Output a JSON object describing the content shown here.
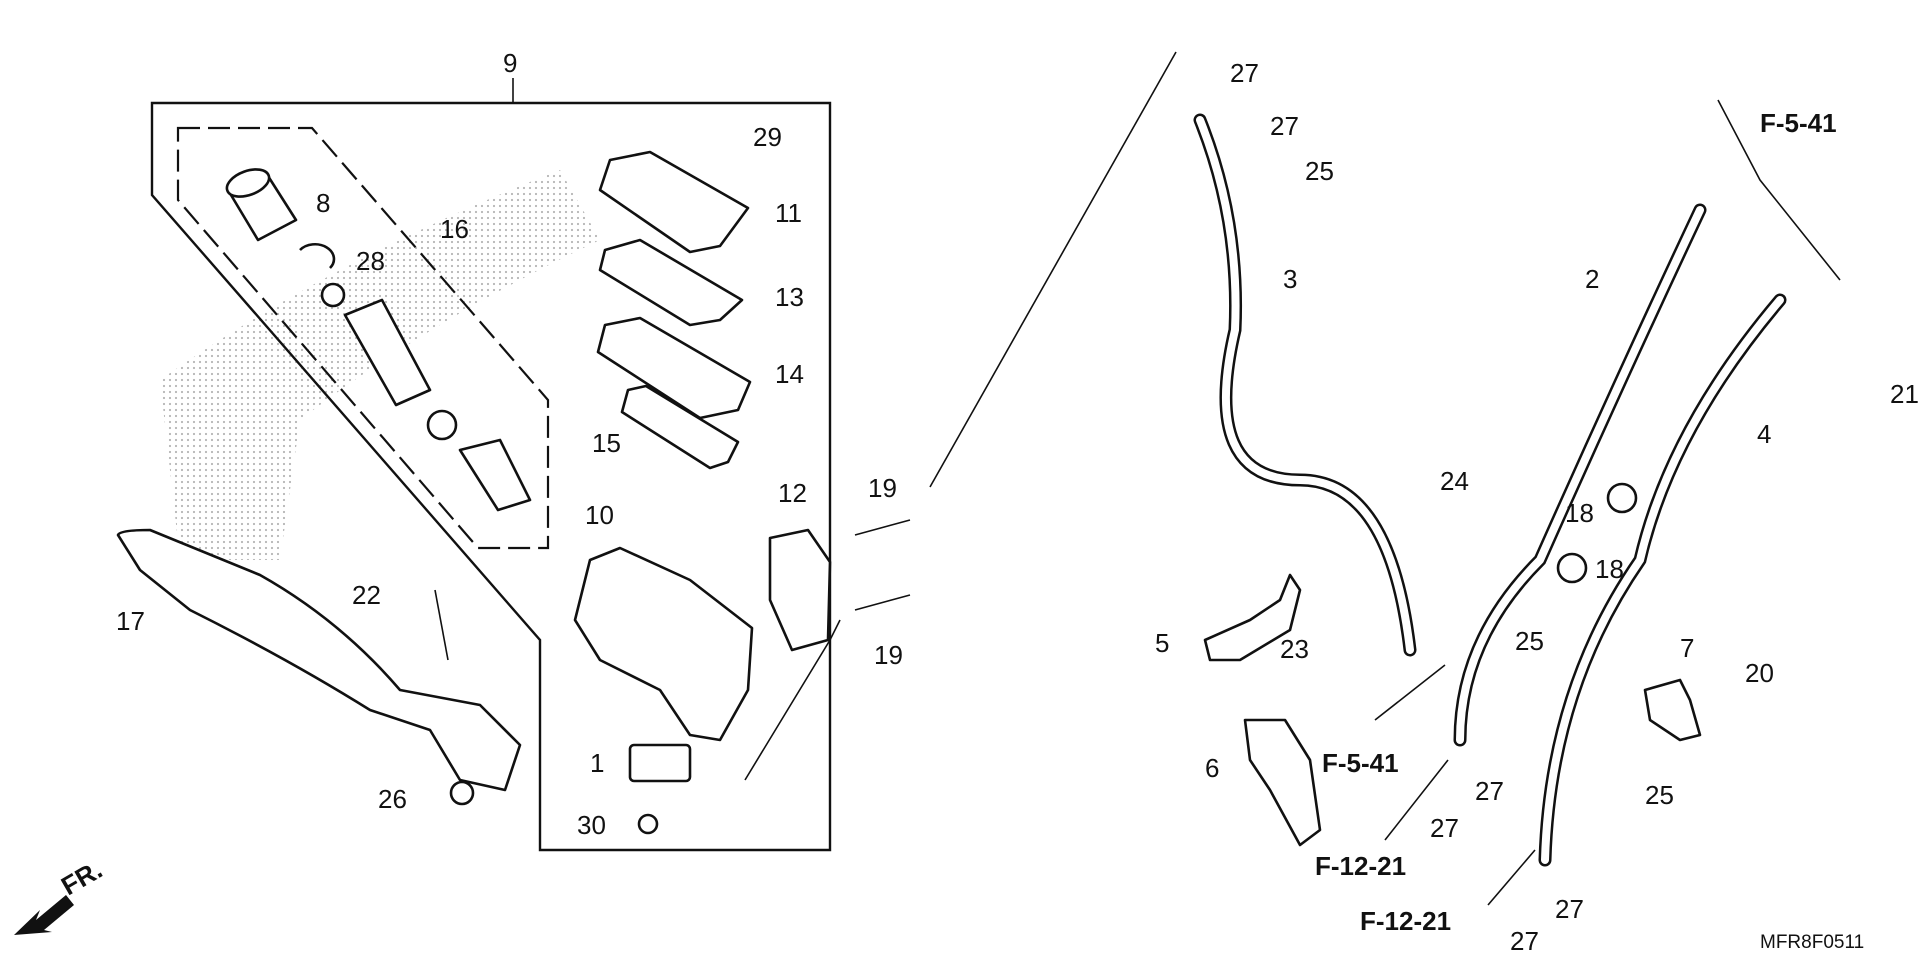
{
  "diagram": {
    "figure_code": "MFR8F0511",
    "front_indicator": "FR.",
    "references": [
      "F-5-41",
      "F-5-41",
      "F-12-21",
      "F-12-21"
    ],
    "callouts": [
      "9",
      "29",
      "8",
      "16",
      "11",
      "28",
      "13",
      "14",
      "15",
      "12",
      "10",
      "19",
      "19",
      "22",
      "17",
      "26",
      "1",
      "30",
      "27",
      "27",
      "25",
      "3",
      "2",
      "4",
      "21",
      "24",
      "18",
      "18",
      "5",
      "23",
      "25",
      "7",
      "20",
      "6",
      "27",
      "27",
      "25",
      "27",
      "27"
    ]
  }
}
